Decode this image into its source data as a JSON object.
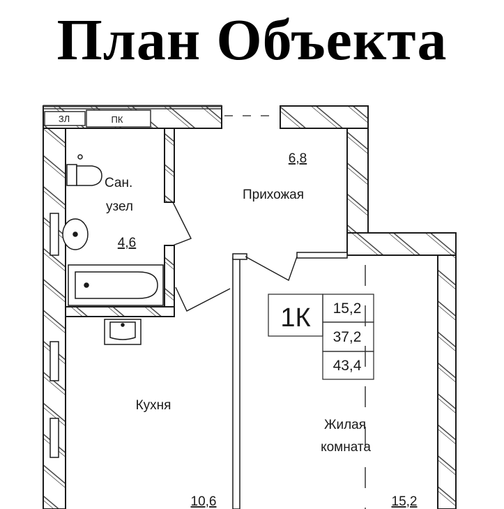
{
  "title": "План Объекта",
  "colors": {
    "ink": "#1a1a1a",
    "wall_fill": "#ffffff",
    "background": "#ffffff"
  },
  "plan": {
    "wall_labels": {
      "window_left": "ЗЛ",
      "window_mid": "ПК"
    },
    "rooms": [
      {
        "id": "bathroom",
        "name_line1": "Сан.",
        "name_line2": "узел",
        "area": "4,6"
      },
      {
        "id": "hallway",
        "name_line1": "Прихожая",
        "area": "6,8"
      },
      {
        "id": "kitchen",
        "name_line1": "Кухня",
        "area": "10,6"
      },
      {
        "id": "living",
        "name_line1": "Жилая",
        "name_line2": "комната",
        "area": "15,2"
      }
    ],
    "summary": {
      "type": "1К",
      "living_area": "15,2",
      "total_area": "37,2",
      "total_with_balcony": "43,4"
    }
  }
}
